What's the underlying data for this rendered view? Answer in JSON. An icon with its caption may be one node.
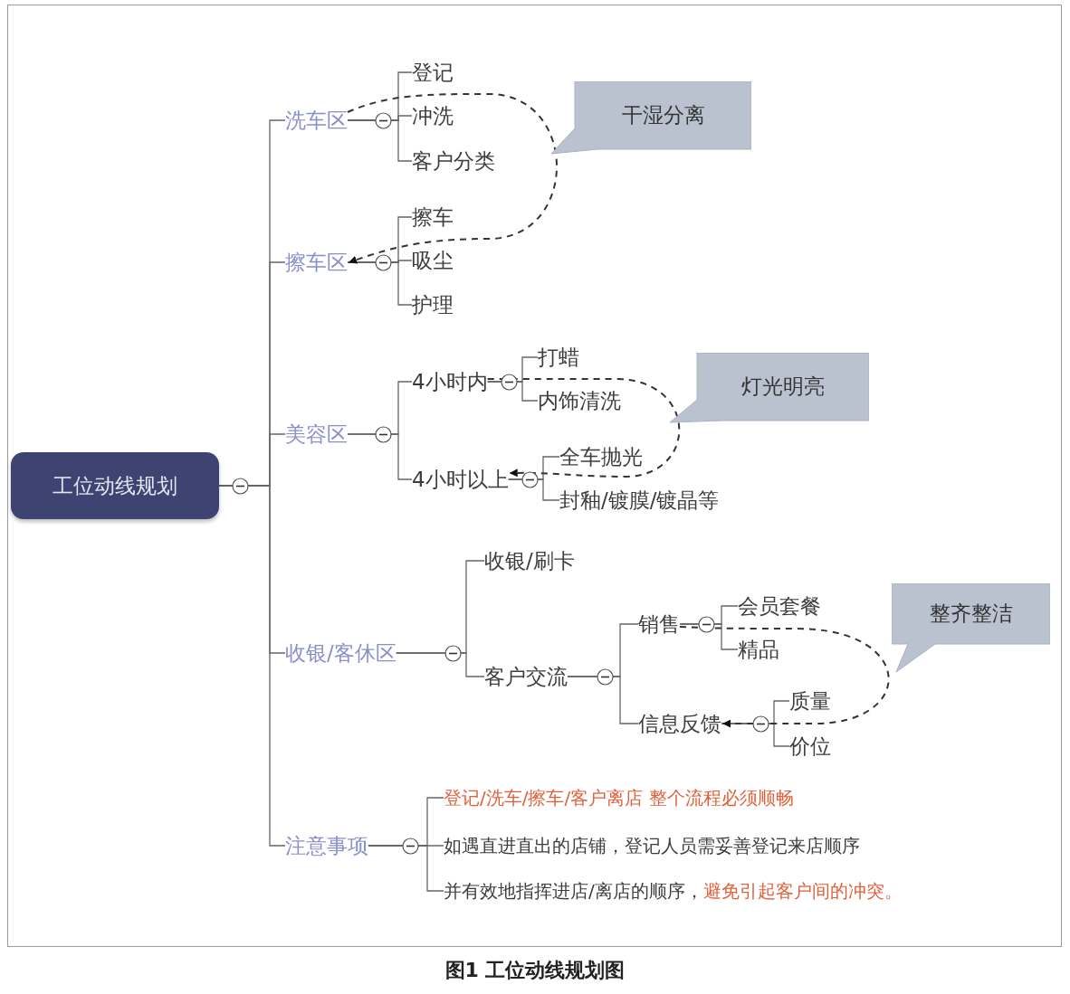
{
  "diagram": {
    "caption": "图1 工位动线规划图",
    "nodes": [
      {
        "text": [
          "工位动线规划"
        ]
      },
      {
        "text": [
          "洗车区"
        ]
      },
      {
        "text": [
          "登记"
        ]
      },
      {
        "text": [
          "冲洗"
        ]
      },
      {
        "text": [
          "客户分类"
        ]
      },
      {
        "text": [
          "擦车区"
        ]
      },
      {
        "text": [
          "擦车"
        ]
      },
      {
        "text": [
          "吸尘"
        ]
      },
      {
        "text": [
          "护理"
        ]
      },
      {
        "text": [
          "美容区"
        ]
      },
      {
        "text": [
          "4小时内"
        ]
      },
      {
        "text": [
          "打蜡"
        ]
      },
      {
        "text": [
          "内饰清洗"
        ]
      },
      {
        "text": [
          "4小时以上"
        ]
      },
      {
        "text": [
          "全车抛光"
        ]
      },
      {
        "text": [
          "封釉/镀膜/镀晶等"
        ]
      },
      {
        "text": [
          "收银/客休区"
        ]
      },
      {
        "text": [
          "收银/刷卡"
        ]
      },
      {
        "text": [
          "客户交流"
        ]
      },
      {
        "text": [
          "销售"
        ]
      },
      {
        "text": [
          "会员套餐"
        ]
      },
      {
        "text": [
          "精品"
        ]
      },
      {
        "text": [
          "信息反馈"
        ]
      },
      {
        "text": [
          "质量"
        ]
      },
      {
        "text": [
          "价位"
        ]
      },
      {
        "text": [
          "注意事项"
        ]
      },
      {
        "text": [
          "登记/洗车/擦车/客户离店 整个流程必须顺畅"
        ]
      },
      {
        "text": [
          "如遇直进直出的店铺，登记人员需妥善登记来店顺序"
        ]
      },
      {
        "text": [
          "并有效地指挥进店/离店的顺序，",
          "避免引起客户间的冲突。"
        ]
      },
      {
        "text": [
          "干湿分离"
        ]
      },
      {
        "text": [
          "灯光明亮"
        ]
      },
      {
        "text": [
          "整齐整洁"
        ]
      }
    ],
    "edges": [
      {
        "from": 0,
        "to": 1,
        "arrow": "none"
      },
      {
        "from": 0,
        "to": 5,
        "arrow": "none"
      },
      {
        "from": 0,
        "to": 9,
        "arrow": "none"
      },
      {
        "from": 0,
        "to": 16,
        "arrow": "none"
      },
      {
        "from": 0,
        "to": 25,
        "arrow": "none"
      },
      {
        "from": 1,
        "to": 2,
        "arrow": "none"
      },
      {
        "from": 1,
        "to": 3,
        "arrow": "none"
      },
      {
        "from": 1,
        "to": 4,
        "arrow": "none"
      },
      {
        "from": 5,
        "to": 6,
        "arrow": "none"
      },
      {
        "from": 5,
        "to": 7,
        "arrow": "none"
      },
      {
        "from": 5,
        "to": 8,
        "arrow": "none"
      },
      {
        "from": 9,
        "to": 10,
        "arrow": "none"
      },
      {
        "from": 9,
        "to": 13,
        "arrow": "none"
      },
      {
        "from": 10,
        "to": 11,
        "arrow": "none"
      },
      {
        "from": 10,
        "to": 12,
        "arrow": "none"
      },
      {
        "from": 13,
        "to": 14,
        "arrow": "none"
      },
      {
        "from": 13,
        "to": 15,
        "arrow": "none"
      },
      {
        "from": 16,
        "to": 17,
        "arrow": "none"
      },
      {
        "from": 16,
        "to": 18,
        "arrow": "none"
      },
      {
        "from": 18,
        "to": 19,
        "arrow": "none"
      },
      {
        "from": 18,
        "to": 22,
        "arrow": "none"
      },
      {
        "from": 19,
        "to": 20,
        "arrow": "none"
      },
      {
        "from": 19,
        "to": 21,
        "arrow": "none"
      },
      {
        "from": 22,
        "to": 23,
        "arrow": "none"
      },
      {
        "from": 22,
        "to": 24,
        "arrow": "none"
      },
      {
        "from": 25,
        "to": 26,
        "arrow": "none"
      },
      {
        "from": 25,
        "to": 27,
        "arrow": "none"
      },
      {
        "from": 25,
        "to": 28,
        "arrow": "none"
      },
      {
        "from": 1,
        "to": 5,
        "arrow": "to",
        "style": "dashed"
      },
      {
        "from": 10,
        "to": 13,
        "arrow": "to",
        "style": "dashed"
      },
      {
        "from": 19,
        "to": 22,
        "arrow": "to",
        "style": "dashed"
      }
    ]
  }
}
